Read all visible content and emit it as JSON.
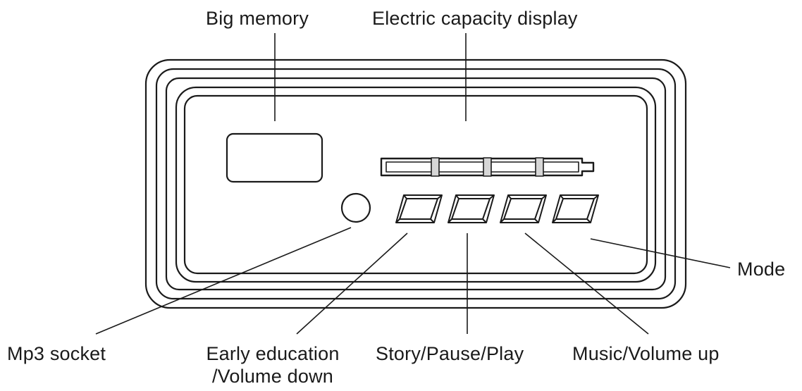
{
  "labels": {
    "big_memory": "Big memory",
    "electric_capacity": "Electric capacity display",
    "mode": "Mode",
    "mp3_socket": "Mp3 socket",
    "early_education_1": "Early education",
    "early_education_2": "/Volume down",
    "story_pause_play": "Story/Pause/Play",
    "music_volume_up": "Music/Volume up"
  },
  "battery": {
    "segments": 4
  }
}
